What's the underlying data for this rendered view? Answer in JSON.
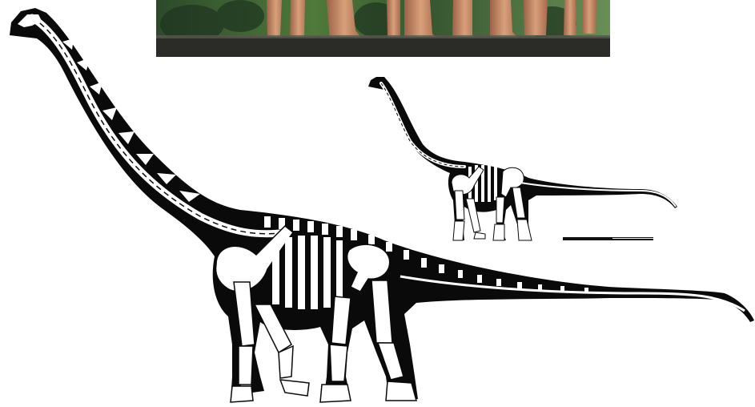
{
  "figure": {
    "photo_strip": {
      "subject": "sauropod-legs-photo"
    },
    "large_skeleton": {
      "subject": "sauropod-skeletal-reconstruction-large"
    },
    "small_skeleton": {
      "subject": "sauropod-skeletal-reconstruction-small"
    },
    "scale_bar": {
      "label": ""
    },
    "colors": {
      "silhouette": "#0a0a0a",
      "bone": "#ffffff",
      "background": "#ffffff",
      "foliage_dark": "#1f3a22",
      "foliage_light": "#6f9a4e",
      "leg_skin": "#c98d6a",
      "ground": "#2a2a28"
    }
  }
}
